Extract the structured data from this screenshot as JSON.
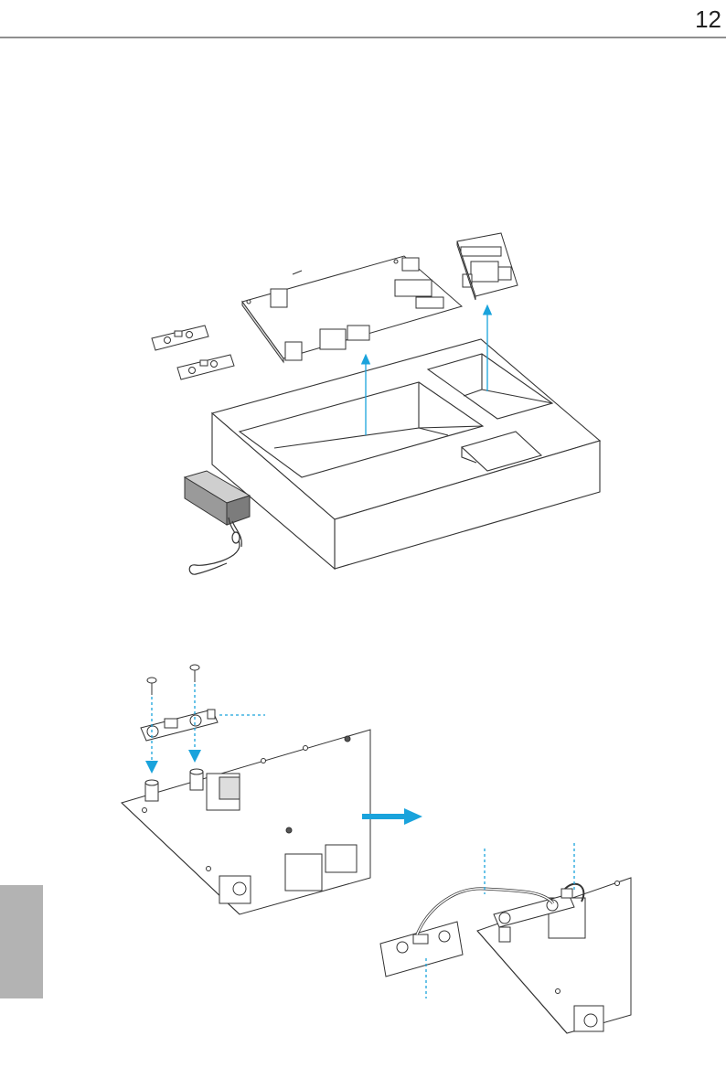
{
  "page": {
    "number": "12",
    "side_tab_label": ""
  },
  "colors": {
    "accent": "#1aa3dc",
    "line": "#333333",
    "fill_box": "#ffffff",
    "adapter": "#9a9a9a",
    "side_tab": "#b3b3b3"
  },
  "figure_1": {
    "parts": [
      "foam-box",
      "motherboard",
      "module-board",
      "bracket-1",
      "bracket-2",
      "power-adapter",
      "power-cable"
    ]
  },
  "figure_2": {
    "parts": [
      "screw-1",
      "screw-2",
      "bracket",
      "standoff-1",
      "standoff-2",
      "motherboard",
      "process-arrow",
      "assembled-board",
      "daughter-board",
      "cable"
    ]
  }
}
